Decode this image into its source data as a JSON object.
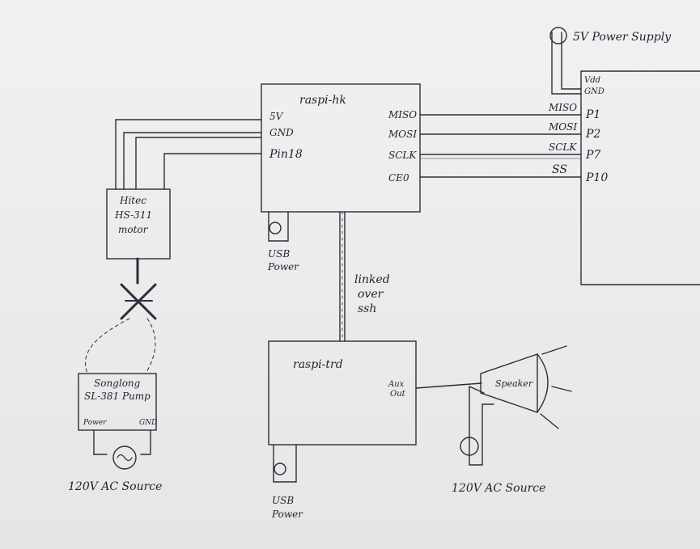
{
  "diagram": {
    "raspi_hk": {
      "title": "raspi-hk",
      "pins_left": [
        "5V",
        "GND",
        "Pin18"
      ],
      "pins_right": [
        "MISO",
        "MOSI",
        "SCLK",
        "CE0"
      ],
      "power_label_1": "USB",
      "power_label_2": "Power"
    },
    "raspi_trd": {
      "title": "raspi-trd",
      "aux_1": "Aux",
      "aux_2": "Out",
      "power_label_1": "USB",
      "power_label_2": "Power"
    },
    "link": {
      "line1": "linked",
      "line2": "over",
      "line3": "ssh"
    },
    "motor": {
      "line1": "Hitec",
      "line2": "HS-311",
      "line3": "motor"
    },
    "pump": {
      "line1": "Songlong",
      "line2": "SL-381 Pump",
      "left_pin": "Power",
      "right_pin": "GND"
    },
    "ac_left": "120V AC Source",
    "ac_right": "120V AC Source",
    "speaker": "Speaker",
    "adc": {
      "vdd": "Vdd",
      "gnd": "GND",
      "wires": [
        "MISO",
        "MOSI",
        "SCLK",
        "SS"
      ],
      "pins": [
        "P1",
        "P2",
        "P7",
        "P10"
      ]
    },
    "supply": "5V Power Supply"
  }
}
